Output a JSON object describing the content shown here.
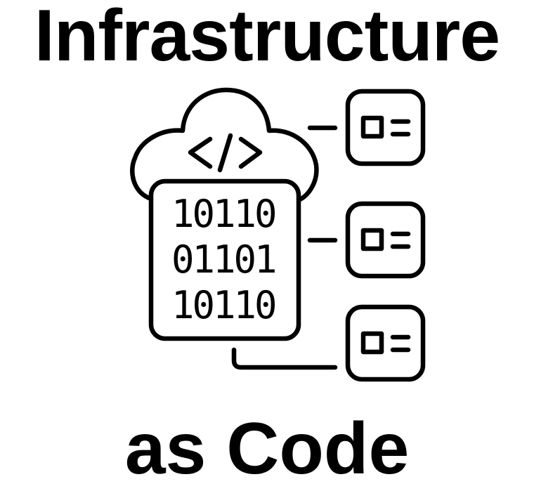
{
  "title_line1": "Infrastructure",
  "title_line2": "as Code",
  "icon": {
    "name": "cloud-code-server-icon",
    "code_symbol": "</>",
    "binary_rows": [
      "10110",
      "01101",
      "10110"
    ],
    "color": "#000000"
  }
}
